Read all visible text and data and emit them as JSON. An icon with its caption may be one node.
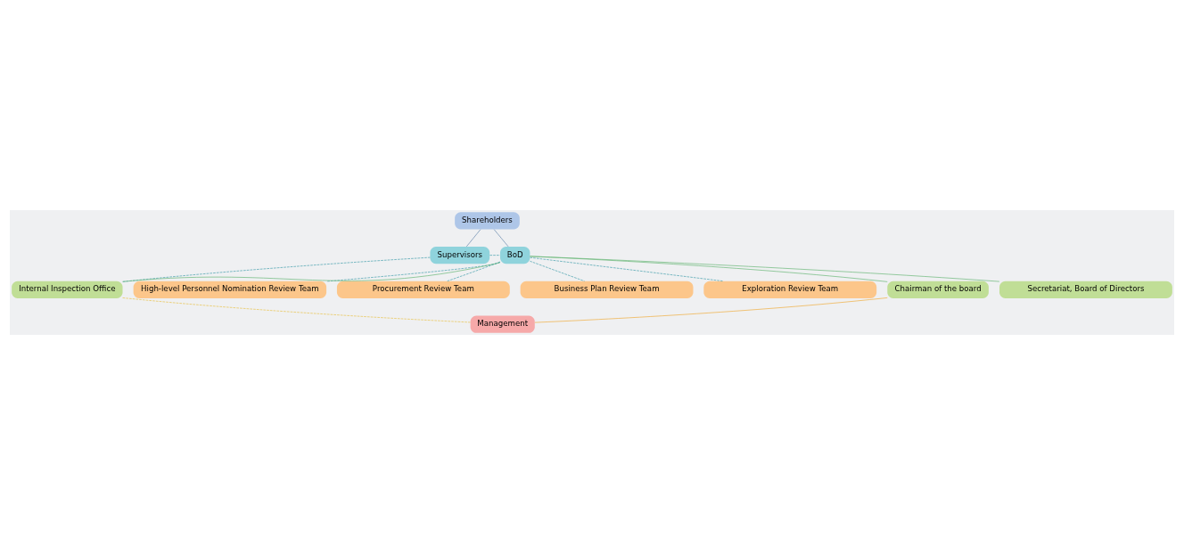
{
  "diagram": {
    "nodes": [
      {
        "text": [
          "Shareholders"
        ]
      },
      {
        "text": [
          "Supervisors"
        ]
      },
      {
        "text": [
          "BoD"
        ]
      },
      {
        "text": [
          "High-level Personnel Nomination Review Team"
        ]
      },
      {
        "text": [
          "Procurement Review Team"
        ]
      },
      {
        "text": [
          "Business Plan Review Team"
        ]
      },
      {
        "text": [
          "Exploration Review Team"
        ]
      },
      {
        "text": [
          "Internal Inspection Office"
        ]
      },
      {
        "text": [
          "Chairman of the board"
        ]
      },
      {
        "text": [
          "Secretariat, Board of Directors"
        ]
      },
      {
        "text": [
          "Management"
        ]
      }
    ],
    "edges": [
      {
        "from": 0,
        "to": 1,
        "arrow": "none",
        "color": "#5b7fa6"
      },
      {
        "from": 0,
        "to": 2,
        "arrow": "none",
        "color": "#5b7fa6"
      },
      {
        "from": 1,
        "to": 2,
        "arrow": "none",
        "style": "dashed"
      },
      {
        "from": 2,
        "to": 3,
        "arrow": "none",
        "style": "dashed"
      },
      {
        "from": 2,
        "to": 4,
        "arrow": "none",
        "style": "dashed"
      },
      {
        "from": 2,
        "to": 5,
        "arrow": "none",
        "style": "dashed"
      },
      {
        "from": 2,
        "to": 6,
        "arrow": "none",
        "style": "dashed"
      },
      {
        "from": 2,
        "to": 7,
        "arrow": "none",
        "color": "#5fb36e"
      },
      {
        "from": 2,
        "to": 8,
        "arrow": "none",
        "color": "#5fb36e"
      },
      {
        "from": 2,
        "to": 9,
        "arrow": "none",
        "color": "#5fb36e"
      },
      {
        "from": 1,
        "to": 7,
        "arrow": "none",
        "style": "dashed"
      },
      {
        "from": 8,
        "to": 10,
        "arrow": "none",
        "color": "#f0a830"
      },
      {
        "from": 7,
        "to": 10,
        "arrow": "none",
        "style": "dashed",
        "color": "#e8c040"
      }
    ]
  }
}
